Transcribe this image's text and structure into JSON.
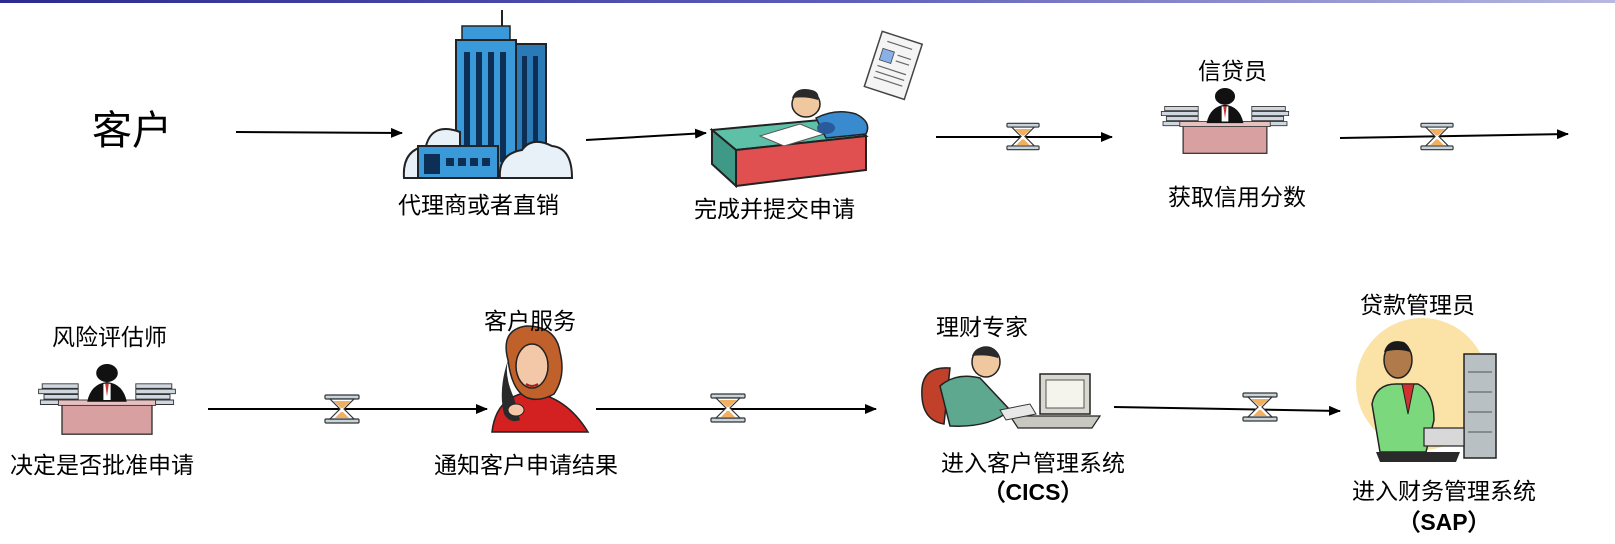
{
  "diagram": {
    "customer": "客户",
    "step_agent": "代理商或者直销",
    "step_submit": "完成并提交申请",
    "role_credit_officer": "信贷员",
    "step_credit_score": "获取信用分数",
    "role_risk_assessor": "风险评估师",
    "step_decide": "决定是否批准申请",
    "role_customer_service": "客户服务",
    "step_notify": "通知客户申请结果",
    "role_finance_expert": "理财专家",
    "step_cics": "进入客户管理系统",
    "step_cics_sys": "（CICS）",
    "role_loan_manager": "贷款管理员",
    "step_sap": "进入财务管理系统",
    "step_sap_sys": "（SAP）"
  },
  "icons": {
    "building": "office-building-icon",
    "desk_writer": "person-writing-at-desk-icon",
    "document": "document-icon",
    "clerk": "clerk-at-desk-icon",
    "phone_lady": "woman-on-phone-icon",
    "computer_user": "person-at-computer-icon",
    "hourglass": "hourglass-icon"
  },
  "colors": {
    "building": "#3a9ad9",
    "desk": "#5fc0a8",
    "desk_red": "#e05050",
    "hourglass_sand": "#f0b060",
    "loan_bg": "#fbe3a8"
  }
}
